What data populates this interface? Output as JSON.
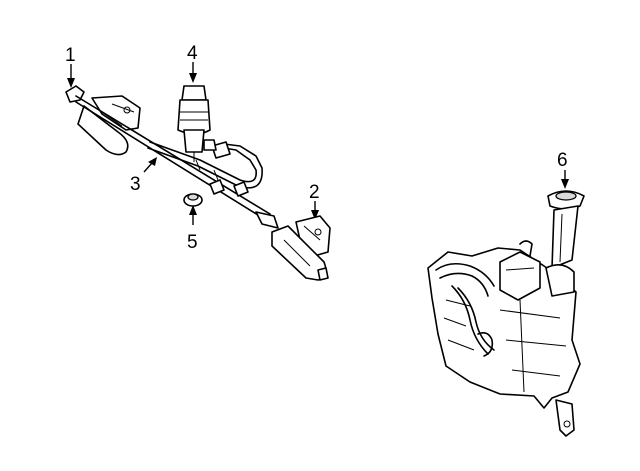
{
  "callouts": [
    {
      "id": "1",
      "label": "1"
    },
    {
      "id": "2",
      "label": "2"
    },
    {
      "id": "3",
      "label": "3"
    },
    {
      "id": "4",
      "label": "4"
    },
    {
      "id": "5",
      "label": "5"
    },
    {
      "id": "6",
      "label": "6"
    }
  ],
  "colors": {
    "line": "#000000",
    "background": "#ffffff",
    "shade": "#d9d9d9"
  }
}
